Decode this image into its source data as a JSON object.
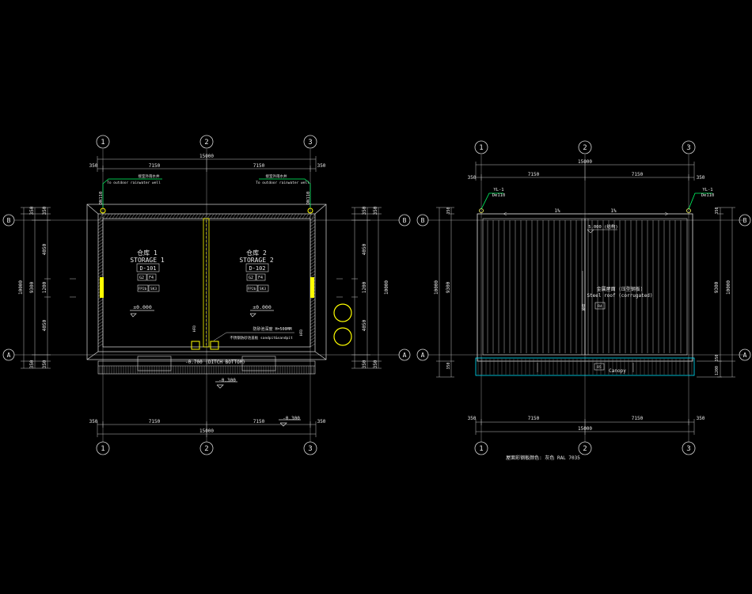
{
  "colors": {
    "background": "#000000",
    "line": "#d8d8d8",
    "dim": "#bfbfbf",
    "wall": "#e0e0e0",
    "yellow": "#ffff00",
    "green": "#00ff66",
    "cyan": "#00e5ff",
    "text": "#e8e8e8"
  },
  "plan": {
    "axes_x": [
      "1",
      "2",
      "3"
    ],
    "axes_y": [
      "B",
      "A"
    ],
    "dim_total": "15000",
    "dim_bays": [
      "7150",
      "7150"
    ],
    "dim_edges": [
      "350",
      "350"
    ],
    "dim_left_outer": "10000",
    "dim_left_inner": "9300",
    "dim_left_segments": [
      "350",
      "350",
      "4050",
      "1200",
      "4050",
      "350",
      "350"
    ],
    "rooms": [
      {
        "name_cn": "仓库 1",
        "name_en": "STORAGE 1",
        "code": "D-101",
        "tags": [
          "G2",
          "F4"
        ],
        "tags2": [
          "FP2b",
          "SK3"
        ],
        "level": "±0.000"
      },
      {
        "name_cn": "仓库 2",
        "name_en": "STORAGE 2",
        "code": "D-102",
        "tags": [
          "G2",
          "F4"
        ],
        "tags2": [
          "FP2b",
          "SK3"
        ],
        "level": "±0.000"
      }
    ],
    "downpipe_left": "DN110",
    "downpipe_right": "DN110",
    "note_left_cn": "接室外雨水井",
    "note_left_en": "To outdoor rainwater well",
    "note_right_cn": "接室外雨水井",
    "note_right_en": "To outdoor rainwater well",
    "sandpit_note": "防砂池深度 H=500MM",
    "sandpit_note2": "不锈钢防砂池盖板 sandpit&sandpit",
    "vert_note_left": "HFD",
    "vert_note_right": "HFD",
    "ditch_level": "-0.700 (DITCH BOTTOM)",
    "ground_level": "-0.300",
    "ground_level_right": "-0.300"
  },
  "roof": {
    "axes_x": [
      "1",
      "2",
      "3"
    ],
    "axes_y": [
      "B",
      "A"
    ],
    "dim_total": "15000",
    "dim_bays": [
      "7150",
      "7150"
    ],
    "dim_edges": [
      "350",
      "350"
    ],
    "dim_left_outer": "10000",
    "dim_left_inner": "9300",
    "dim_right_outer": "10000",
    "dim_right_inner": "9300",
    "dim_right_bottom": "1200",
    "downpipe_left_id": "YL-1",
    "downpipe_left_size": "De110",
    "downpipe_right_id": "YL-1",
    "downpipe_right_size": "De110",
    "slope_left": "1%",
    "slope_right": "1%",
    "roof_level": "5.000 (结构)",
    "roof_label_cn": "金属屋面 (压型钢板)",
    "roof_label_en": "Steel roof (corrugated)",
    "roof_tag": "R4",
    "canopy_tag": "R5",
    "canopy_label": "Canopy",
    "side_note": "坡度",
    "caption": "屋面彩钢板颜色: 灰色 RAL 7035"
  }
}
